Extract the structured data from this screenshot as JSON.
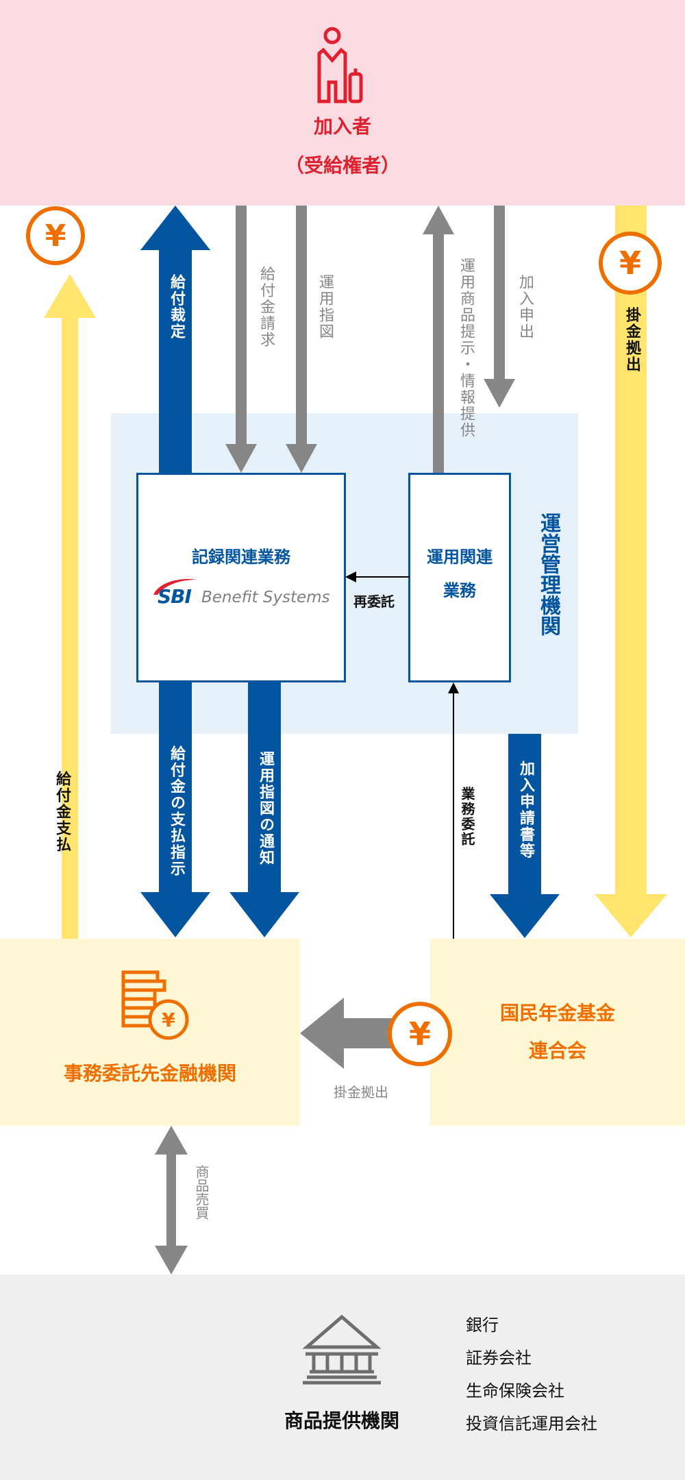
{
  "colors": {
    "pink_bg": "#fadbe2",
    "red": "#e0202e",
    "light_blue_bg": "#e6f0f8",
    "blue": "#03559f",
    "gray_arrow": "#878787",
    "yellow": "#ffe46d",
    "cream_bg": "#fff6d4",
    "orange": "#ee6f00",
    "gray_bg": "#efefef"
  },
  "participant": {
    "title": "加入者",
    "subtitle": "（受給権者）"
  },
  "arrows": {
    "benefit_determination": "給付裁定",
    "benefit_claim": "給付金請求",
    "investment_instruction": "運用指図",
    "product_info": "運用商品提示・情報提供",
    "enrollment_application": "加入申出",
    "contribution_right": "掛金拠出",
    "benefit_payment": "給付金支払",
    "payment_instruction": "給付金の支払指示",
    "instruction_notice": "運用指図の通知",
    "business_entrustment": "業務委託",
    "application_documents": "加入申請書等",
    "re_entrustment": "再委託",
    "contribution_center": "掛金拠出",
    "product_trading": "商品売買"
  },
  "admin": {
    "label": "運営管理機関",
    "record_box_title": "記録関連業務",
    "logo_mark": "SBI",
    "logo_text": "Benefit Systems",
    "investment_box_line1": "運用関連",
    "investment_box_line2": "業務"
  },
  "entrusted_bank": {
    "title": "事務委託先金融機関"
  },
  "federation": {
    "line1": "国民年金基金",
    "line2": "連合会"
  },
  "providers": {
    "title": "商品提供機関",
    "items": [
      "銀行",
      "証券会社",
      "生命保険会社",
      "投資信託運用会社"
    ]
  },
  "icons": {
    "yen_symbol": "¥"
  }
}
